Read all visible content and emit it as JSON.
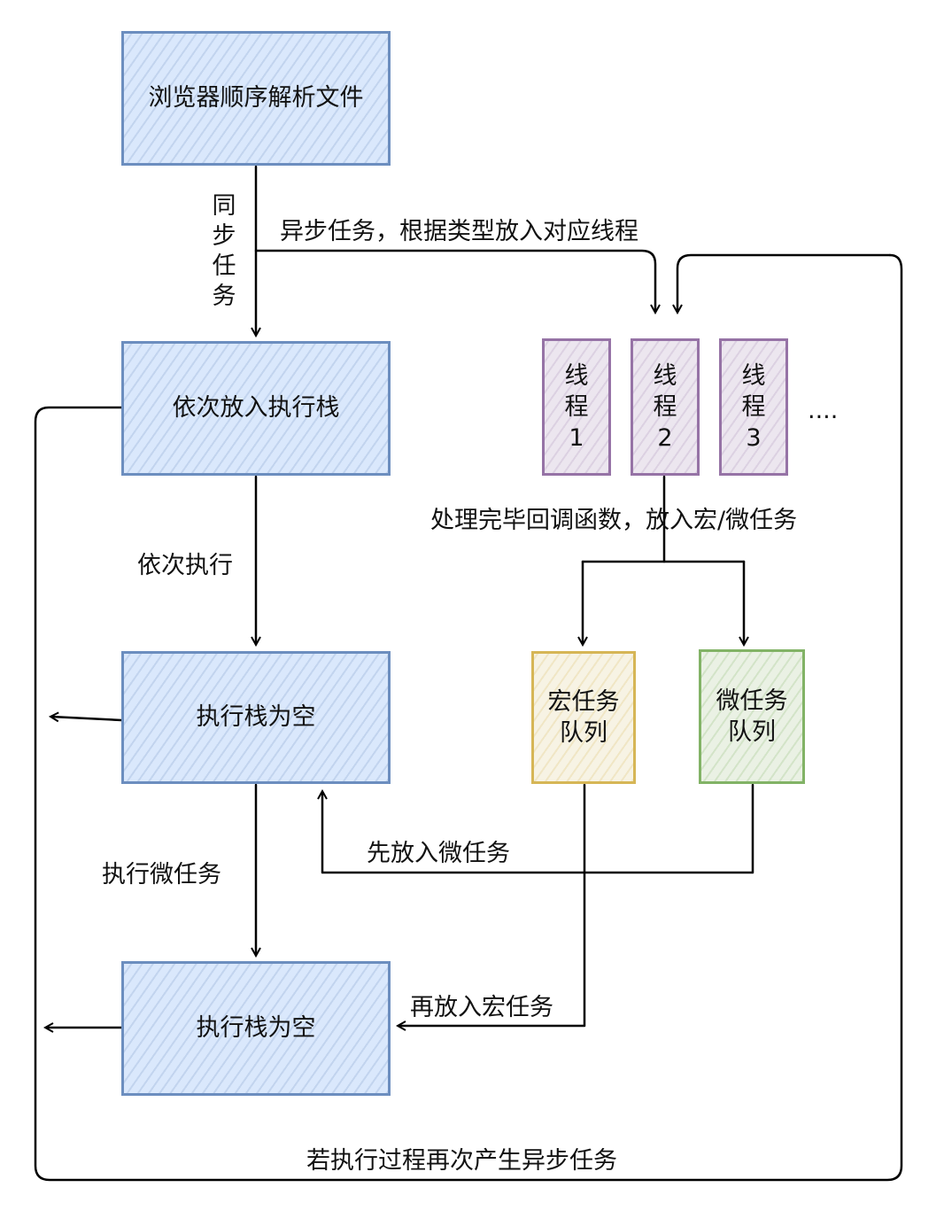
{
  "nodes": {
    "parse_file": "浏览器顺序解析文件",
    "push_stack": "依次放入执行栈",
    "stack_empty_1": "执行栈为空",
    "stack_empty_2": "执行栈为空",
    "thread_1": [
      "线",
      "程",
      "1"
    ],
    "thread_2": [
      "线",
      "程",
      "2"
    ],
    "thread_3": [
      "线",
      "程",
      "3"
    ],
    "thread_more": "....",
    "macro_queue": [
      "宏任务",
      "队列"
    ],
    "micro_queue": [
      "微任务",
      "队列"
    ]
  },
  "edges": {
    "sync_task": [
      "同",
      "步",
      "任",
      "务"
    ],
    "async_task": "异步任务，根据类型放入对应线程",
    "execute_in_order": "依次执行",
    "callback": "处理完毕回调函数，放入宏/微任务",
    "micro_first": "先放入微任务",
    "execute_micro": "执行微任务",
    "then_macro": "再放入宏任务",
    "loop_back": "若执行过程再次产生异步任务"
  },
  "colors": {
    "blue_fill": "#dae8fc",
    "blue_stroke": "#6c8ebf",
    "purple_fill": "#e1d5e7",
    "purple_stroke": "#9673a6",
    "yellow_fill": "#fff2cc",
    "yellow_stroke": "#d6b656",
    "green_fill": "#d5e8d4",
    "green_stroke": "#82b366",
    "line": "#000000"
  }
}
